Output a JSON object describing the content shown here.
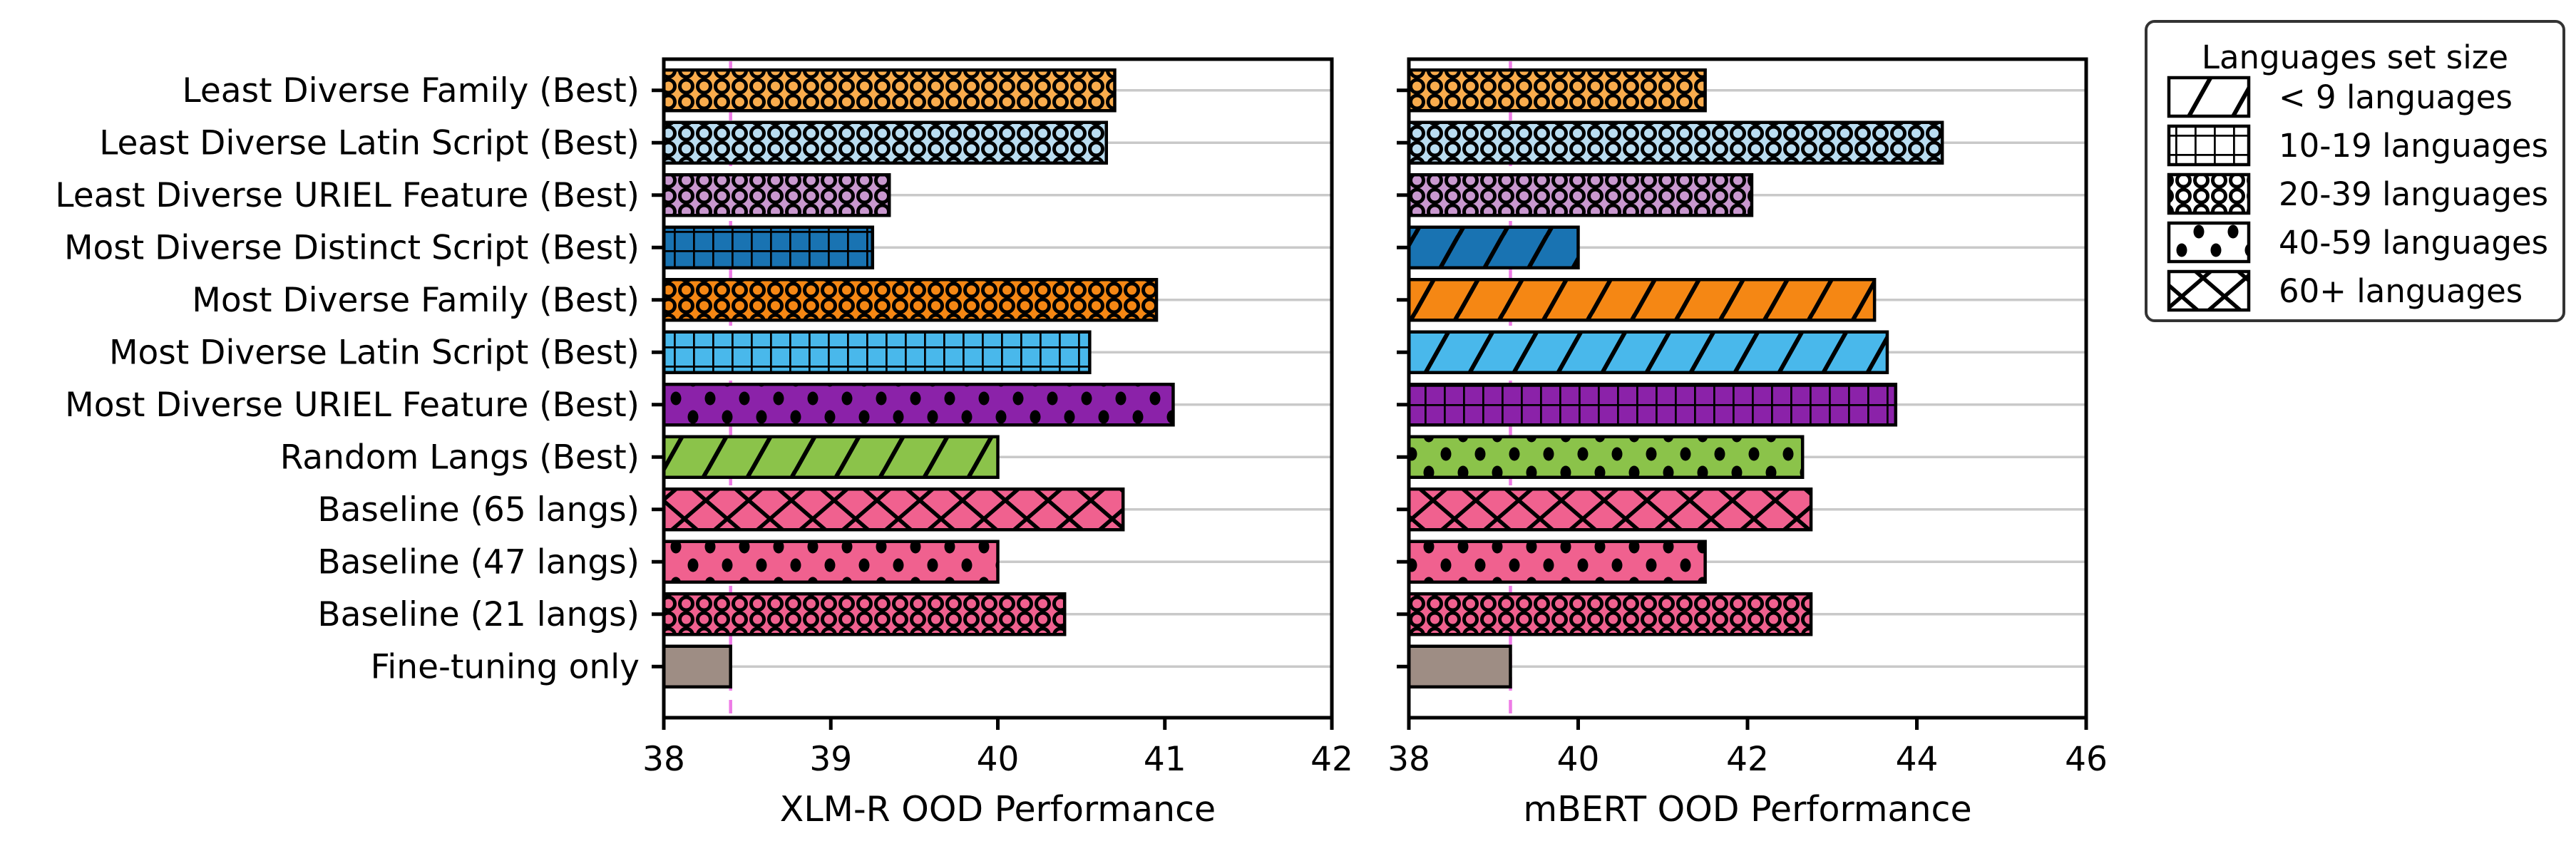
{
  "figure": {
    "background": "#ffffff"
  },
  "legend": {
    "title": "Languages set size",
    "items": [
      {
        "label": "< 9 languages",
        "hatch": "diagonal"
      },
      {
        "label": "10-19 languages",
        "hatch": "grid"
      },
      {
        "label": "20-39 languages",
        "hatch": "circles"
      },
      {
        "label": "40-59 languages",
        "hatch": "dots"
      },
      {
        "label": "60+ languages",
        "hatch": "crosshatch"
      }
    ]
  },
  "style": {
    "gridline_color": "#c9c9c9",
    "reference_line_color": "#ee7be6",
    "bar_edge_color": "#000000",
    "spine_color": "#000000"
  },
  "chart_data": [
    {
      "type": "bar",
      "orientation": "horizontal",
      "xlabel": "XLM-R OOD Performance",
      "xlim": [
        38,
        42
      ],
      "xticks": [
        38,
        39,
        40,
        41,
        42
      ],
      "grid": "horizontal",
      "legend_position": "outside-top-right",
      "reference_line_x": 38.4,
      "categories": [
        "Least Diverse Family (Best)",
        "Least Diverse Latin Script (Best)",
        "Least Diverse URIEL Feature (Best)",
        "Most Diverse Distinct Script (Best)",
        "Most Diverse Family (Best)",
        "Most Diverse Latin Script (Best)",
        "Most Diverse URIEL Feature (Best)",
        "Random Langs (Best)",
        "Baseline (65 langs)",
        "Baseline (47 langs)",
        "Baseline (21 langs)",
        "Fine-tuning only"
      ],
      "values": [
        40.7,
        40.65,
        39.35,
        39.25,
        40.95,
        40.55,
        41.05,
        40.0,
        40.75,
        40.0,
        40.4,
        38.4
      ],
      "colors": [
        "#f9ac4d",
        "#baddf1",
        "#c998cf",
        "#1973b2",
        "#f58714",
        "#49b8eb",
        "#8b22a9",
        "#8bc34a",
        "#f0618f",
        "#f0618f",
        "#f0618f",
        "#9e8d84"
      ],
      "hatches": [
        "circles",
        "circles",
        "circles",
        "grid",
        "circles",
        "grid",
        "dots",
        "diagonal",
        "crosshatch",
        "dots",
        "circles",
        "none"
      ]
    },
    {
      "type": "bar",
      "orientation": "horizontal",
      "xlabel": "mBERT OOD Performance",
      "xlim": [
        38,
        46
      ],
      "xticks": [
        38,
        40,
        42,
        44,
        46
      ],
      "grid": "horizontal",
      "reference_line_x": 39.2,
      "categories": [
        "Least Diverse Family (Best)",
        "Least Diverse Latin Script (Best)",
        "Least Diverse URIEL Feature (Best)",
        "Most Diverse Distinct Script (Best)",
        "Most Diverse Family (Best)",
        "Most Diverse Latin Script (Best)",
        "Most Diverse URIEL Feature (Best)",
        "Random Langs (Best)",
        "Baseline (65 langs)",
        "Baseline (47 langs)",
        "Baseline (21 langs)",
        "Fine-tuning only"
      ],
      "values": [
        41.5,
        44.3,
        42.05,
        40.0,
        43.5,
        43.65,
        43.75,
        42.65,
        42.75,
        41.5,
        42.75,
        39.2
      ],
      "colors": [
        "#f9ac4d",
        "#baddf1",
        "#c998cf",
        "#1973b2",
        "#f58714",
        "#49b8eb",
        "#8b22a9",
        "#8bc34a",
        "#f0618f",
        "#f0618f",
        "#f0618f",
        "#9e8d84"
      ],
      "hatches": [
        "circles",
        "circles",
        "circles",
        "diagonal",
        "diagonal",
        "diagonal",
        "grid",
        "dots",
        "crosshatch",
        "dots",
        "circles",
        "none"
      ]
    }
  ]
}
